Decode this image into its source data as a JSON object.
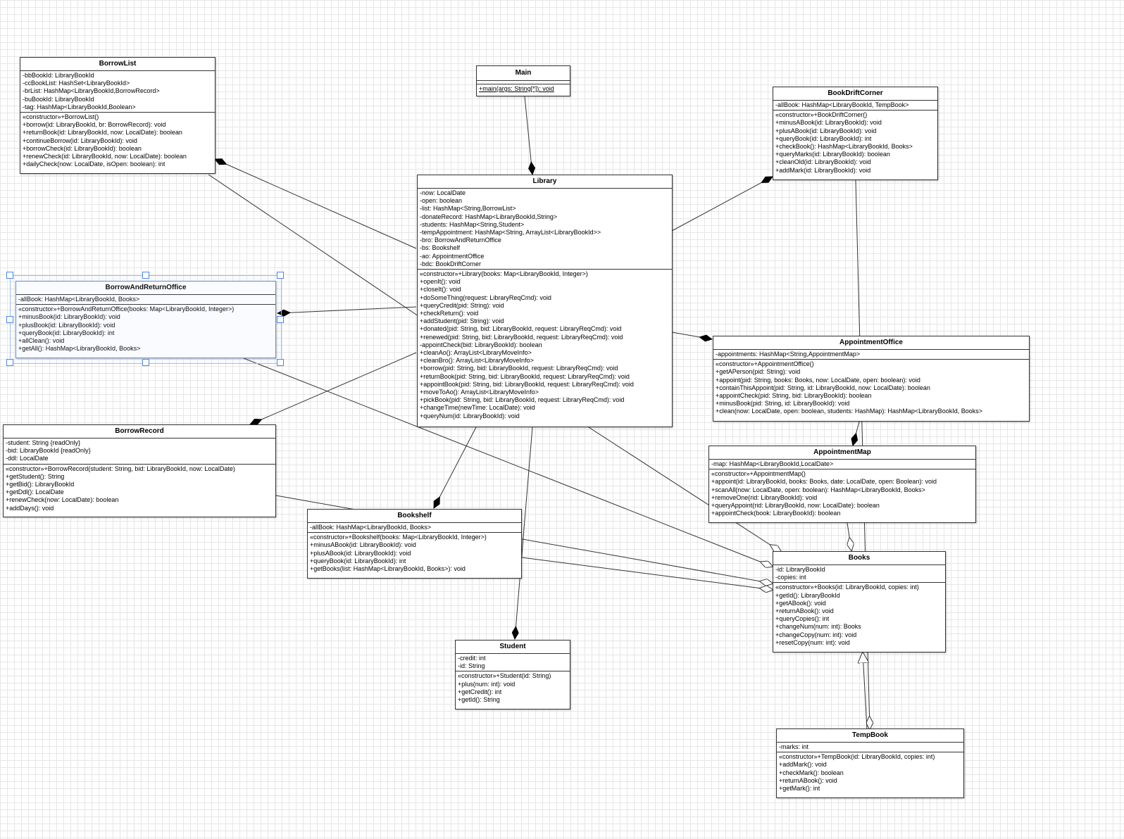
{
  "classes": {
    "borrowlist": {
      "name": "BorrowList",
      "attributes": [
        "-bbBookId: LibraryBookId",
        "-ccBookList: HashSet<LibraryBookId>",
        "-brList: HashMap<LibraryBookId,BorrowRecord>",
        "-buBookId: LibraryBookId",
        "-tag: HashMap<LibraryBookId,Boolean>"
      ],
      "methods": [
        "«constructor»+BorrowList()",
        "+borrow(id: LibraryBookId, br: BorrowRecord): void",
        "+returnBook(id: LibraryBookId, now: LocalDate): boolean",
        "+continueBorrow(id: LibraryBookId): void",
        "+borrowCheck(id: LibraryBookId): boolean",
        "+renewCheck(id: LibraryBookId, now: LocalDate): boolean",
        "+dailyCheck(now: LocalDate, isOpen: boolean): int"
      ]
    },
    "main": {
      "name": "Main",
      "methods": [
        "+main(args: String[*]): void"
      ]
    },
    "bookdriftcorner": {
      "name": "BookDriftCorner",
      "attributes": [
        "-allBook: HashMap<LibraryBookId, TempBook>"
      ],
      "methods": [
        "«constructor»+BookDriftCorner()",
        "+minusABook(id: LibraryBookId): void",
        "+plusABook(id: LibraryBookId): void",
        "+queryBook(id: LibraryBookId): int",
        "+checkBook(): HashMap<LibraryBookId, Books>",
        "+queryMarks(id: LibraryBookId): boolean",
        "+cleanOld(id: LibraryBookId): void",
        "+addMark(id: LibraryBookId): void"
      ]
    },
    "library": {
      "name": "Library",
      "attributes": [
        "-now: LocalDate",
        "-open: boolean",
        "-list: HashMap<String,BorrowList>",
        "-donateRecord: HashMap<LibraryBookId,String>",
        "-students: HashMap<String,Student>",
        "-tempAppointment: HashMap<String, ArrayList<LibraryBookId>>",
        "-bro: BorrowAndReturnOffice",
        "-bs: Bookshelf",
        "-ao: AppointmentOffice",
        "-bdc: BookDriftCorner"
      ],
      "methods": [
        "«constructor»+Library(books: Map<LibraryBookId, Integer>)",
        "+openIt(): void",
        "+closeIt(): void",
        "+doSomeThing(request: LibraryReqCmd): void",
        "+queryCredit(pid: String): void",
        "+checkReturn(): void",
        "+addStudent(pid: String): void",
        "+donated(pid: String, bid: LibraryBookId, request: LibraryReqCmd): void",
        "+renewed(pid: String, bid: LibraryBookId, request: LibraryReqCmd): void",
        "-appointCheck(bid: LibraryBookId): boolean",
        "+cleanAo(): ArrayList<LibraryMoveInfo>",
        "+cleanBro(): ArrayList<LibraryMoveInfo>",
        "+borrow(pid: String, bid: LibraryBookId, request: LibraryReqCmd): void",
        "+returnBook(pid: String, bid: LibraryBookId, request: LibraryReqCmd): void",
        "+appointBook(pid: String, bid: LibraryBookId, request: LibraryReqCmd): void",
        "+moveToAo(): ArrayList<LibraryMoveInfo>",
        "+pickBook(pid: String, bid: LibraryBookId, request: LibraryReqCmd): void",
        "+changeTime(newTime: LocalDate): void",
        "+queryNum(id: LibraryBookId): void"
      ]
    },
    "borrowandreturnoffice": {
      "name": "BorrowAndReturnOffice",
      "attributes": [
        "-allBook: HashMap<LibraryBookId, Books>"
      ],
      "methods": [
        "«constructor»+BorrowAndReturnOffice(books: Map<LibraryBookId, Integer>)",
        "+minusBook(id: LibraryBookId): void",
        "+plusBook(id: LibraryBookId): void",
        "+queryBook(id: LibraryBookId): int",
        "+allClean(): void",
        "+getAll(): HashMap<LibraryBookId, Books>"
      ]
    },
    "appointmentoffice": {
      "name": "AppointmentOffice",
      "attributes": [
        "-appointments: HashMap<String,AppointmentMap>"
      ],
      "methods": [
        "«constructor»+AppointmentOffice()",
        "+getAPerson(pid: String): void",
        "+appoint(pid: String, books: Books, now: LocalDate, open: boolean): void",
        "+containThisAppoint(pid: String, id: LibraryBookId, now: LocalDate): boolean",
        "+appointCheck(pid: String, bid: LibraryBookId): boolean",
        "+minusBook(pid: String, id: LibraryBookId): void",
        "+clean(now: LocalDate, open: boolean, students: HashMap): HashMap<LibraryBookId, Books>"
      ]
    },
    "borrowrecord": {
      "name": "BorrowRecord",
      "attributes": [
        "-student: String {readOnly}",
        "-bid: LibraryBookId {readOnly}",
        "-ddl: LocalDate"
      ],
      "methods": [
        "«constructor»+BorrowRecord(student: String, bid: LibraryBookId, now: LocalDate)",
        "+getStudent(): String",
        "+getBid(): LibraryBookId",
        "+getDdl(): LocalDate",
        "+renewCheck(now: LocalDate): boolean",
        "+addDays(): void"
      ]
    },
    "appointmentmap": {
      "name": "AppointmentMap",
      "attributes": [
        "-map: HashMap<LibraryBookId,LocalDate>"
      ],
      "methods": [
        "«constructor»+AppointmentMap()",
        "+appoint(id: LibraryBookId, books: Books, date: LocalDate, open: Boolean): void",
        "+scanAll(now: LocalDate, open: boolean): HashMap<LibraryBookId, Books>",
        "+removeOne(rid: LibraryBookId): void",
        "+queryAppoint(rid: LibraryBookId, now: LocalDate): boolean",
        "+appointCheck(book: LibraryBookId): boolean"
      ]
    },
    "bookshelf": {
      "name": "Bookshelf",
      "attributes": [
        "-allBook: HashMap<LibraryBookId, Books>"
      ],
      "methods": [
        "«constructor»+Bookshelf(books: Map<LibraryBookId, Integer>)",
        "+minusABook(id: LibraryBookId): void",
        "+plusABook(id: LibraryBookId): void",
        "+queryBook(id: LibraryBookId): int",
        "+getBooks(list: HashMap<LibraryBookId, Books>): void"
      ]
    },
    "books": {
      "name": "Books",
      "attributes": [
        "-id: LibraryBookId",
        "-copies: int"
      ],
      "methods": [
        "«constructor»+Books(id: LibraryBookId, copies: int)",
        "+getId(): LibraryBookId",
        "+getABook(): void",
        "+returnABook(): void",
        "+queryCopies(): int",
        "+changeNum(num: int): Books",
        "+changeCopy(num: int): void",
        "+resetCopy(num: int): void"
      ]
    },
    "student": {
      "name": "Student",
      "attributes": [
        "-credit: int",
        "-id: String"
      ],
      "methods": [
        "«constructor»+Student(id: String)",
        "+plus(num: int): void",
        "+getCredit(): int",
        "+getId(): String"
      ]
    },
    "tempbook": {
      "name": "TempBook",
      "attributes": [
        "-marks: int"
      ],
      "methods": [
        "«constructor»+TempBook(id: LibraryBookId, copies: int)",
        "+addMark(): void",
        "+checkMark(): boolean",
        "+returnABook(): void",
        "+getMark(): int"
      ]
    }
  },
  "colors": {
    "grid": "#e6e6e6",
    "line": "#333333",
    "selection": "#4a86e8"
  }
}
